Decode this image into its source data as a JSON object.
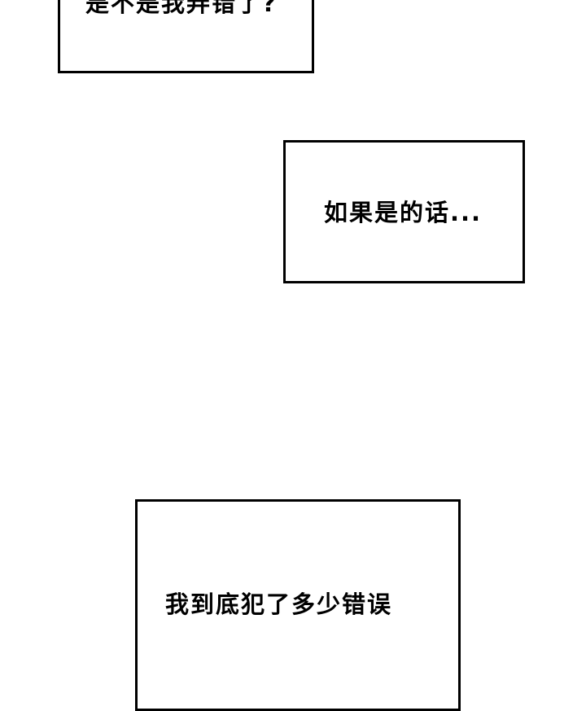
{
  "captions": {
    "box1": "是不是我弄错了?",
    "box2": "如果是的话...",
    "box3": "我到底犯了多少错误"
  }
}
